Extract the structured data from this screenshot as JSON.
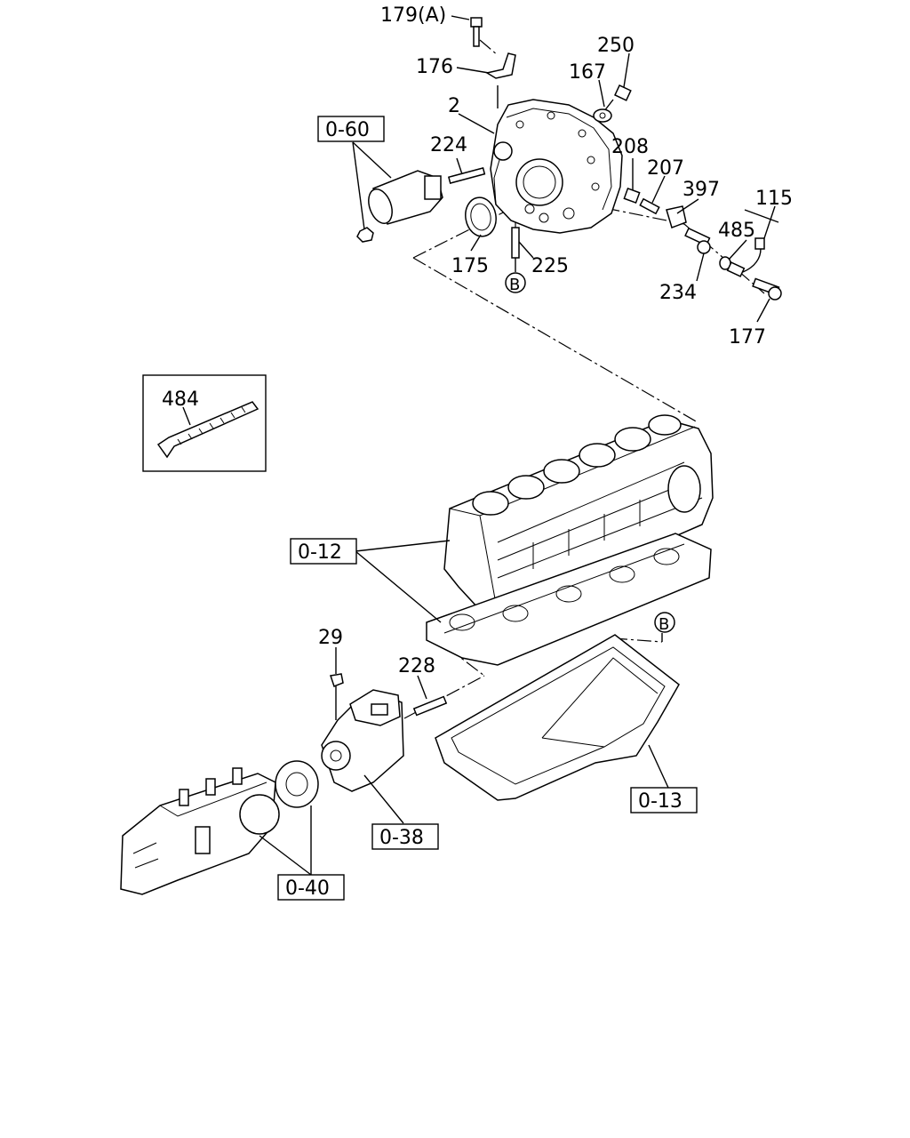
{
  "callouts": [
    {
      "id": "c179",
      "text": "179(A)"
    },
    {
      "id": "c176",
      "text": "176"
    },
    {
      "id": "c250",
      "text": "250"
    },
    {
      "id": "c167",
      "text": "167"
    },
    {
      "id": "c2",
      "text": "2"
    },
    {
      "id": "c224",
      "text": "224"
    },
    {
      "id": "c208",
      "text": "208"
    },
    {
      "id": "c207",
      "text": "207"
    },
    {
      "id": "c397",
      "text": "397"
    },
    {
      "id": "c115",
      "text": "115"
    },
    {
      "id": "c485",
      "text": "485"
    },
    {
      "id": "c175",
      "text": "175"
    },
    {
      "id": "c225",
      "text": "225"
    },
    {
      "id": "c234",
      "text": "234"
    },
    {
      "id": "c177",
      "text": "177"
    },
    {
      "id": "c484",
      "text": "484"
    },
    {
      "id": "c29",
      "text": "29"
    },
    {
      "id": "c228",
      "text": "228"
    }
  ],
  "references": [
    {
      "id": "r060",
      "text": "0-60"
    },
    {
      "id": "r012",
      "text": "0-12"
    },
    {
      "id": "r013",
      "text": "0-13"
    },
    {
      "id": "r038",
      "text": "0-38"
    },
    {
      "id": "r040",
      "text": "0-40"
    }
  ],
  "markers": [
    {
      "id": "mB1",
      "text": "B"
    },
    {
      "id": "mB2",
      "text": "B"
    }
  ]
}
